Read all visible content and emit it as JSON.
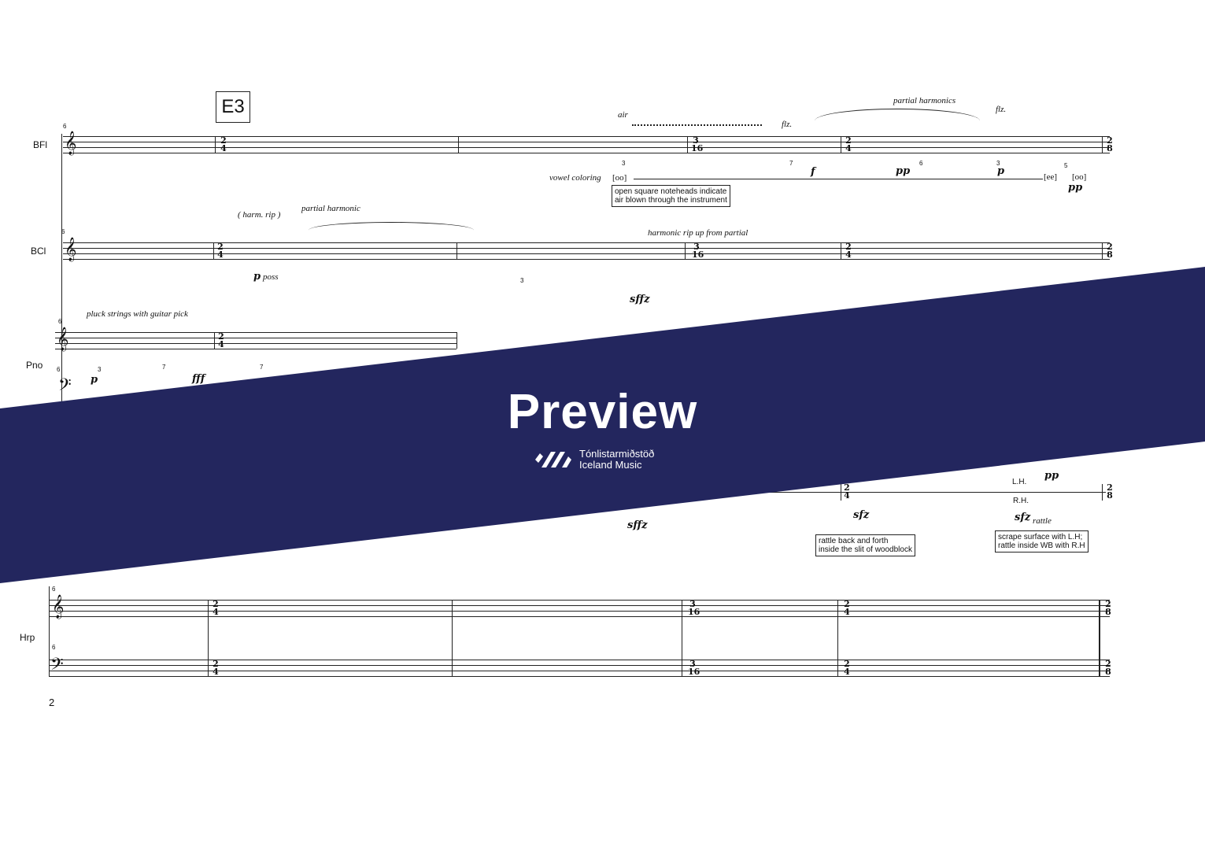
{
  "rehearsal_mark": "E3",
  "page_number": "2",
  "instruments": [
    {
      "label": "BFl"
    },
    {
      "label": "BCl"
    },
    {
      "label": "Pno"
    },
    {
      "label": "Hrp"
    }
  ],
  "bfl": {
    "expr_air": "air",
    "expr_flz1": "flz.",
    "expr_partial_harmonics": "partial harmonics",
    "expr_flz2": "flz.",
    "vowel_coloring": "vowel coloring",
    "vowel_oo": "[oo]",
    "vowel_ee": "[ee]",
    "vowel_oo2": "[oo]",
    "dyn_f": "f",
    "dyn_pp": "pp",
    "dyn_p": "p",
    "dyn_pp2": "pp",
    "tuplets": [
      "3",
      "7",
      "6",
      "3",
      "5"
    ],
    "note_box": "open square noteheads indicate\nair blown through the instrument"
  },
  "bcl": {
    "harm_rip": "( harm. rip )",
    "partial_harmonic": "partial harmonic",
    "harmonic_rip": "harmonic rip up from partial",
    "dyn_p_poss": "p",
    "poss": "poss",
    "dyn_sffz": "sffz",
    "tuplet": "3"
  },
  "pno": {
    "pluck": "pluck strings with guitar pick",
    "dyn_p": "p",
    "dyn_fff": "fff",
    "tuplets": [
      "3",
      "7",
      "7"
    ]
  },
  "perc": {
    "lh": "L.H.",
    "rh": "R.H.",
    "dyn_pp": "pp",
    "dyn_sfz1": "sfz",
    "dyn_sfz2": "sfz",
    "dyn_sffz": "sffz",
    "rattle": "rattle",
    "box1": "rattle back and forth\ninside the slit of woodblock",
    "box2": "scrape surface with L.H;\nrattle inside WB with R.H"
  },
  "time_signatures": {
    "two_four": [
      "2",
      "4"
    ],
    "three_sixteen": [
      "3",
      "16"
    ],
    "two_eight": [
      "2",
      "8"
    ],
    "meter_six": "6"
  },
  "banner": {
    "title": "Preview",
    "logo_line1": "Tónlistarmiðstöð",
    "logo_line2": "Iceland Music",
    "color": "#23265e"
  }
}
